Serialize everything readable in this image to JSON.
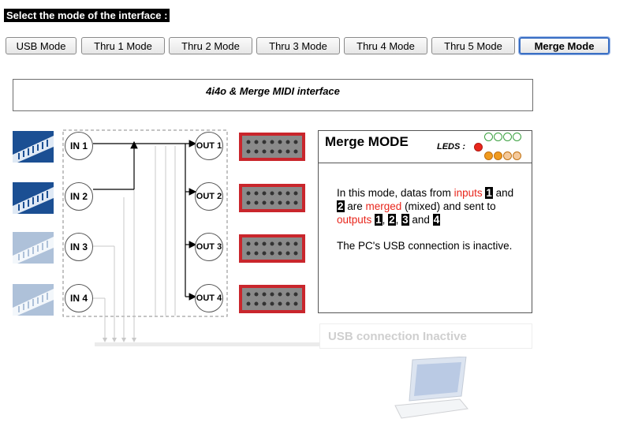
{
  "prompt": "Select the mode of the interface :",
  "modes": [
    {
      "label": "USB Mode",
      "active": false
    },
    {
      "label": "Thru 1 Mode",
      "active": false
    },
    {
      "label": "Thru 2 Mode",
      "active": false
    },
    {
      "label": "Thru 3 Mode",
      "active": false
    },
    {
      "label": "Thru 4 Mode",
      "active": false
    },
    {
      "label": "Thru 5 Mode",
      "active": false
    },
    {
      "label": "Merge Mode",
      "active": true
    }
  ],
  "diagram": {
    "title": "4i4o & Merge MIDI interface",
    "inputs": [
      "IN 1",
      "IN 2",
      "IN 3",
      "IN 4"
    ],
    "outputs": [
      "OUT 1",
      "OUT 2",
      "OUT 3",
      "OUT 4"
    ],
    "inputs_active": [
      true,
      true,
      false,
      false
    ]
  },
  "info": {
    "title": "Merge MODE",
    "leds_label": "LEDS :",
    "led_colors": {
      "red": "#e8261c",
      "orange": "#f09a1e",
      "light_orange": "#f5c99a",
      "green_outline": "#3aa040",
      "inactive": "#dddddd"
    },
    "text": {
      "p1_a": "In this mode, datas from ",
      "inputs_word": "inputs",
      "n1": "1",
      "p1_b": "and ",
      "n2": "2",
      "p1_c": " are ",
      "merged_word": "merged",
      "p1_d": " (mixed) and sent to ",
      "outputs_word": "outputs",
      "o1": "1",
      "o2": "2",
      "o3": "3",
      "and_word": "and",
      "o4": "4",
      "p2": "The PC's USB connection is inactive."
    }
  },
  "usb_status": "USB connection Inactive"
}
